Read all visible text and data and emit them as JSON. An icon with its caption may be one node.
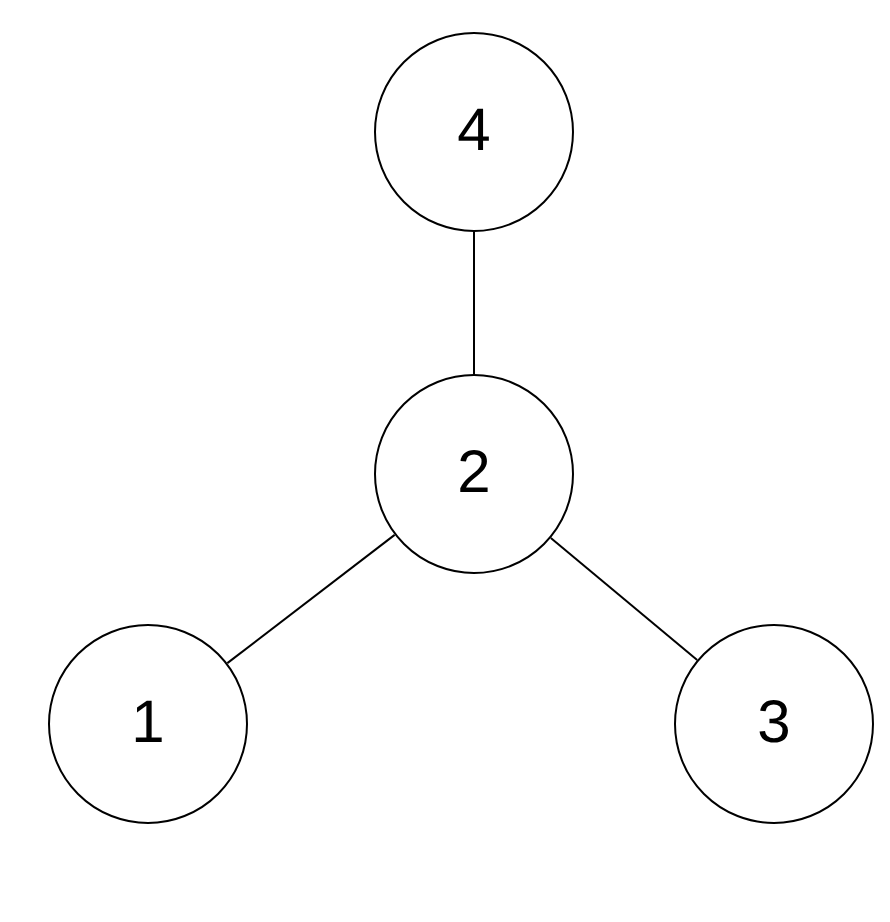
{
  "diagram": {
    "nodes": [
      {
        "text": [
          "4"
        ]
      },
      {
        "text": [
          "2"
        ]
      },
      {
        "text": [
          "1"
        ]
      },
      {
        "text": [
          "3"
        ]
      }
    ],
    "edges": [
      {
        "from": 0,
        "to": 1,
        "arrow": "none"
      },
      {
        "from": 1,
        "to": 2,
        "arrow": "none"
      },
      {
        "from": 1,
        "to": 3,
        "arrow": "none"
      }
    ]
  }
}
